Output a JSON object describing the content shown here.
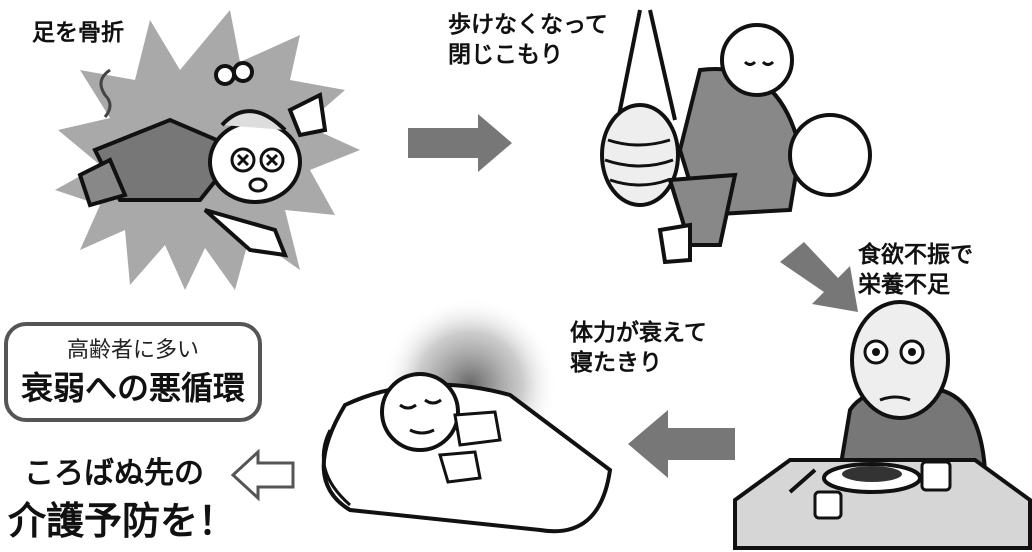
{
  "captions": {
    "fracture": "足を骨折",
    "housebound": "歩けなくなって\n閉じこもり",
    "appetite": "食欲不振で\n栄養不足",
    "bedridden": "体力が衰えて\n寝たきり"
  },
  "box": {
    "subtitle": "高齢者に多い",
    "title": "衰弱への悪循環"
  },
  "cta": {
    "line1": "ころばぬ先の",
    "line2": "介護予防を！"
  },
  "icons": [
    "burst-shape",
    "arrow-right",
    "arrow-down-right",
    "arrow-left",
    "outline-arrow-left"
  ],
  "colors": {
    "arrow": "#777777",
    "burst": "#aaaaaa",
    "ink": "#111111"
  }
}
